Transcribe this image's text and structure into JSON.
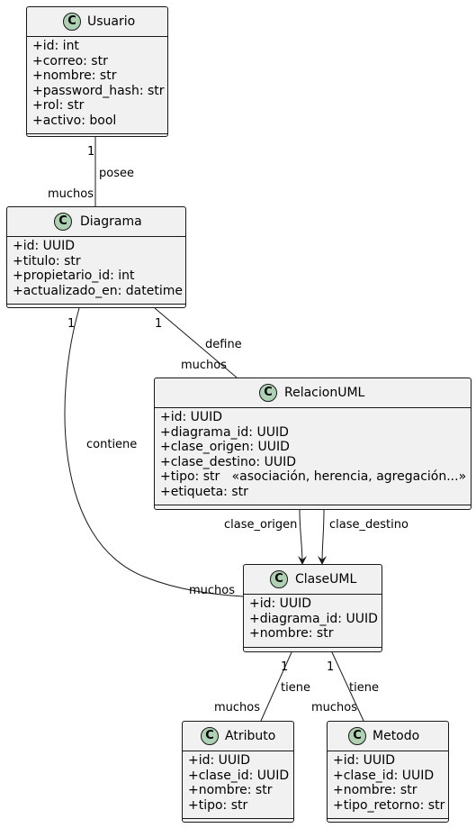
{
  "classes": {
    "usuario": {
      "icon": "C",
      "name": "Usuario",
      "attributes": [
        "+id: int",
        "+correo: str",
        "+nombre: str",
        "+password_hash: str",
        "+rol: str",
        "+activo: bool"
      ]
    },
    "diagrama": {
      "icon": "C",
      "name": "Diagrama",
      "attributes": [
        "+id: UUID",
        "+titulo: str",
        "+propietario_id: int",
        "+actualizado_en: datetime"
      ]
    },
    "relacion": {
      "icon": "C",
      "name": "RelacionUML",
      "attributes": [
        "+id: UUID",
        "+diagrama_id: UUID",
        "+clase_origen: UUID",
        "+clase_destino: UUID",
        "+tipo: str   «asociación, herencia, agregación...»",
        "+etiqueta: str"
      ]
    },
    "clase": {
      "icon": "C",
      "name": "ClaseUML",
      "attributes": [
        "+id: UUID",
        "+diagrama_id: UUID",
        "+nombre: str"
      ]
    },
    "atributo": {
      "icon": "C",
      "name": "Atributo",
      "attributes": [
        "+id: UUID",
        "+clase_id: UUID",
        "+nombre: str",
        "+tipo: str"
      ]
    },
    "metodo": {
      "icon": "C",
      "name": "Metodo",
      "attributes": [
        "+id: UUID",
        "+clase_id: UUID",
        "+nombre: str",
        "+tipo_retorno: str"
      ]
    }
  },
  "relations": {
    "usuario_diagrama": {
      "label": "posee",
      "from_mult": "1",
      "to_mult": "muchos"
    },
    "diagrama_relacion": {
      "label": "define",
      "from_mult": "1",
      "to_mult": "muchos"
    },
    "diagrama_clase": {
      "label": "contiene",
      "from_mult": "1",
      "to_mult": "muchos"
    },
    "relacion_clase_origen": {
      "label": "clase_origen"
    },
    "relacion_clase_destino": {
      "label": "clase_destino"
    },
    "clase_atributo": {
      "label": "tiene",
      "from_mult": "1",
      "to_mult": "muchos"
    },
    "clase_metodo": {
      "label": "tiene",
      "from_mult": "1",
      "to_mult": "muchos"
    }
  }
}
